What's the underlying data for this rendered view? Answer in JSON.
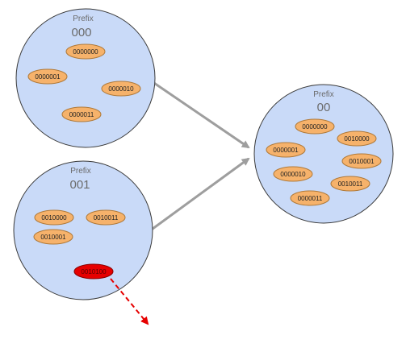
{
  "colors": {
    "circle_fill": "#c9daf8",
    "circle_stroke": "#3a3a3a",
    "node_fill": "#f6b26b",
    "node_stroke": "#b07a3a",
    "highlight_fill": "#e60000",
    "arrow": "#9e9e9e",
    "dashed_arrow": "#e60000"
  },
  "groups": [
    {
      "title": "Prefix",
      "prefix": "000",
      "nodes": [
        "0000000",
        "0000001",
        "0000010",
        "0000011"
      ]
    },
    {
      "title": "Prefix",
      "prefix": "001",
      "nodes": [
        "0010000",
        "0010011",
        "0010001"
      ],
      "highlighted_node": "0010100"
    },
    {
      "title": "Prefix",
      "prefix": "00",
      "nodes": [
        "0000000",
        "0010000",
        "0000001",
        "0010001",
        "0000010",
        "0010011",
        "0000011"
      ]
    }
  ]
}
